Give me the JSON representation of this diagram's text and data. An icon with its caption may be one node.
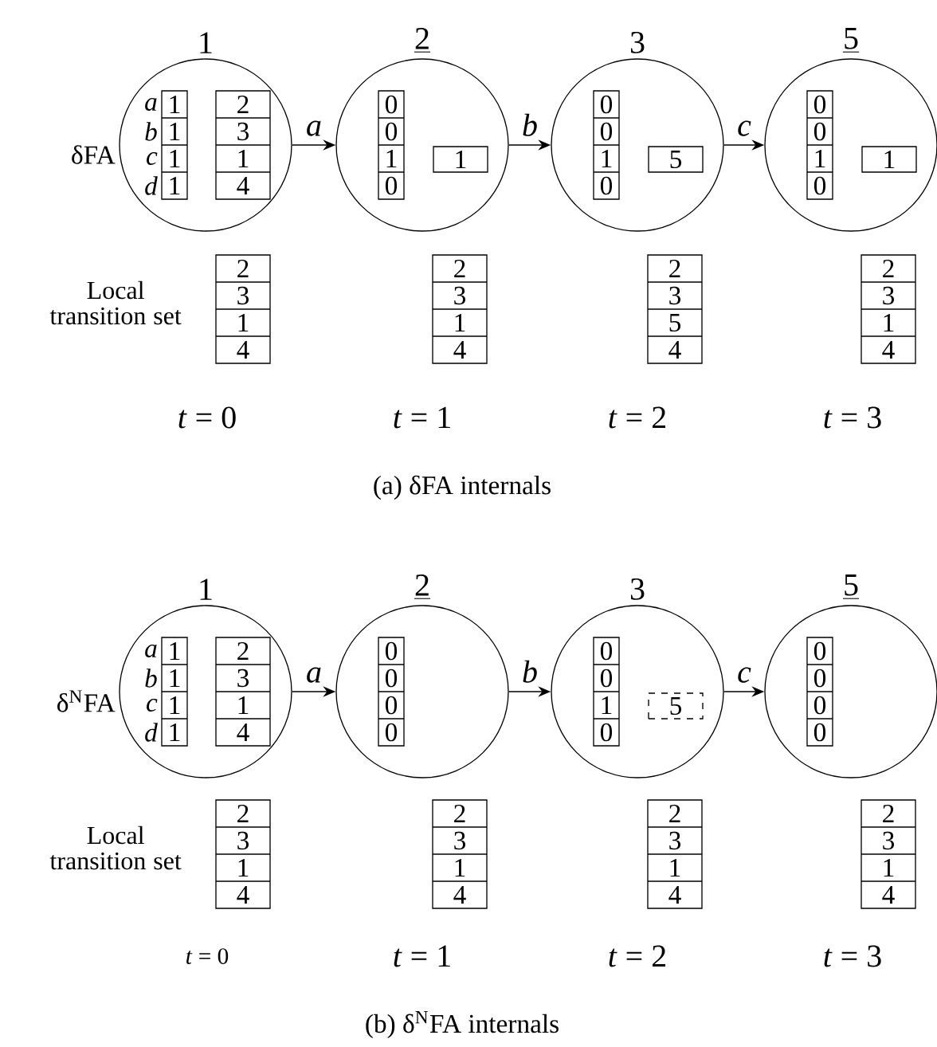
{
  "diagram": {
    "nodes": [
      {
        "text": [
          "1"
        ],
        "beside": [
          "δFA"
        ]
      },
      {
        "text": [
          "1",
          "1",
          "1",
          "1"
        ],
        "in": 0,
        "beside": [
          "a",
          "b",
          "c",
          "d"
        ]
      },
      {
        "text": [
          "2",
          "3",
          "1",
          "4"
        ],
        "in": 0
      },
      {
        "text": [
          "2"
        ]
      },
      {
        "text": [
          "0",
          "0",
          "1",
          "0"
        ],
        "in": 3
      },
      {
        "text": [
          "1"
        ],
        "in": 3
      },
      {
        "text": [
          "3"
        ]
      },
      {
        "text": [
          "0",
          "0",
          "1",
          "0"
        ],
        "in": 6
      },
      {
        "text": [
          "5"
        ],
        "in": 6
      },
      {
        "text": [
          "5"
        ]
      },
      {
        "text": [
          "0",
          "0",
          "1",
          "0"
        ],
        "in": 9
      },
      {
        "text": [
          "1"
        ],
        "in": 9
      },
      {
        "text": [
          "2",
          "3",
          "1",
          "4"
        ],
        "beside": [
          "Local transition set"
        ]
      },
      {
        "text": [
          "2",
          "3",
          "1",
          "4"
        ]
      },
      {
        "text": [
          "2",
          "3",
          "5",
          "4"
        ]
      },
      {
        "text": [
          "2",
          "3",
          "1",
          "4"
        ]
      },
      {
        "text": [
          "1"
        ],
        "beside": [
          "δ$^{N}$FA"
        ]
      },
      {
        "text": [
          "1",
          "1",
          "1",
          "1"
        ],
        "in": 16,
        "beside": [
          "a",
          "b",
          "c",
          "d"
        ]
      },
      {
        "text": [
          "2",
          "3",
          "1",
          "4"
        ],
        "in": 16
      },
      {
        "text": [
          "2"
        ]
      },
      {
        "text": [
          "0",
          "0",
          "0",
          "0"
        ],
        "in": 19
      },
      {
        "text": [
          "3"
        ]
      },
      {
        "text": [
          "0",
          "0",
          "1",
          "0"
        ],
        "in": 21
      },
      {
        "text": [
          "5"
        ],
        "in": 21
      },
      {
        "text": [
          "5"
        ]
      },
      {
        "text": [
          "0",
          "0",
          "0",
          "0"
        ],
        "in": 24
      },
      {
        "text": [
          "2",
          "3",
          "1",
          "4"
        ],
        "beside": [
          "Local transition set"
        ]
      },
      {
        "text": [
          "2",
          "3",
          "1",
          "4"
        ]
      },
      {
        "text": [
          "2",
          "3",
          "1",
          "4"
        ]
      },
      {
        "text": [
          "2",
          "3",
          "1",
          "4"
        ]
      }
    ],
    "edges": [
      {
        "from": 0,
        "to": 3,
        "arrow": "to",
        "label": "a"
      },
      {
        "from": 3,
        "to": 6,
        "arrow": "to",
        "label": "b"
      },
      {
        "from": 6,
        "to": 9,
        "arrow": "to",
        "label": "c"
      },
      {
        "from": 16,
        "to": 19,
        "arrow": "to",
        "label": "a"
      },
      {
        "from": 19,
        "to": 21,
        "arrow": "to",
        "label": "b"
      },
      {
        "from": 21,
        "to": 24,
        "arrow": "to",
        "label": "c"
      }
    ],
    "labels": [
      "*t* = 0",
      "*t* = 1",
      "*t* = 2",
      "*t* = 3",
      "(a) δFA internals",
      "*t* = 0",
      "*t* = 1",
      "*t* = 2",
      "*t* = 3",
      "(b) δ$^{N}$FA internals"
    ]
  }
}
